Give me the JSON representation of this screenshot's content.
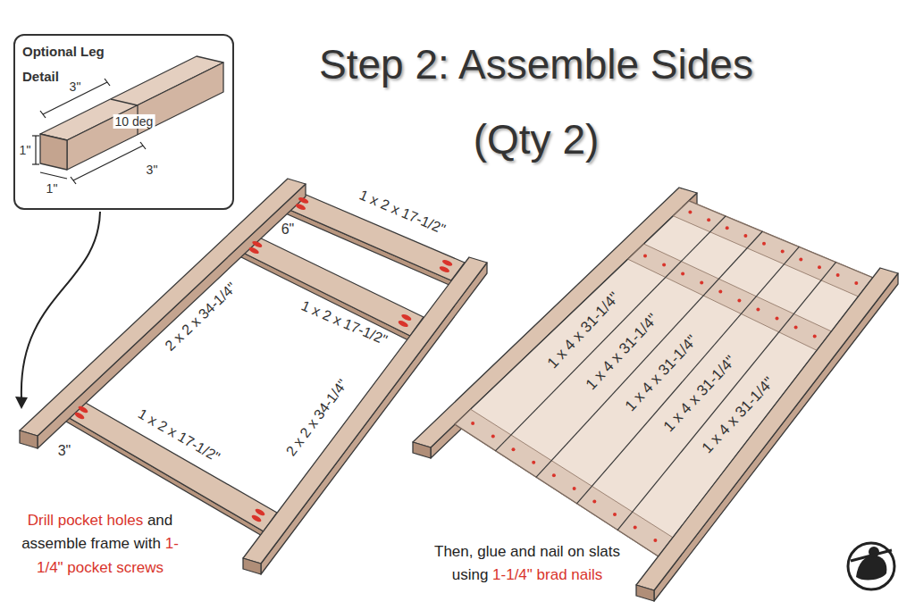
{
  "diagram": {
    "title": "Step 2: Assemble Sides (Qty 2)",
    "nodes": [
      {
        "text": [
          "Optional Leg Detail",
          "3\"",
          "10 deg",
          "1\"",
          "1\"",
          "3\""
        ]
      }
    ],
    "labels": [
      "1 x 2 x 17-1/2\"",
      "6\"",
      "1 x 2 x 17-1/2\"",
      "2 x 2 x 34-1/4\"",
      "2 x 2 x 34-1/4\"",
      "1 x 2 x 17-1/2\"",
      "3\"",
      "1 x 4 x 31-1/4\"",
      "1 x 4 x 31-1/4\"",
      "1 x 4 x 31-1/4\"",
      "1 x 4 x 31-1/4\"",
      "1 x 4 x 31-1/4\"",
      "Drill pocket holes",
      "and assemble frame with",
      "1-1/4\" pocket screws",
      "Then, glue and nail on slats using",
      "1-1/4\" brad nails"
    ]
  }
}
